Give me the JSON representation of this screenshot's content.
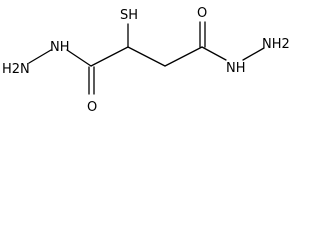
{
  "molecule": {
    "atoms": {
      "n_left_terminal": "H2N",
      "n_left_amide": "NH",
      "o_left": "O",
      "s_thiol": "SH",
      "o_right": "O",
      "n_right_amide": "NH",
      "n_right_terminal": "NH2"
    }
  }
}
